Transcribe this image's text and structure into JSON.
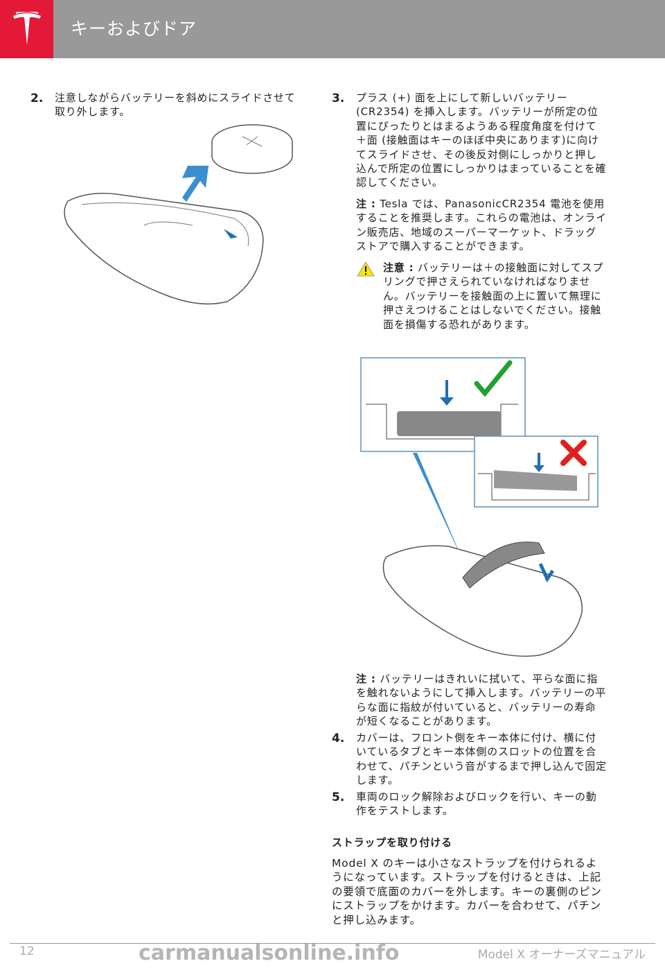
{
  "header": {
    "title": "キーおよびドア",
    "logo": "Tesla T logo",
    "accent": "#e31937"
  },
  "steps": [
    {
      "num": "2.",
      "text": "注意しながらバッテリーを斜めにスライドさせて取り外します。"
    },
    {
      "num": "3.",
      "text": "プラス (+) 面を上にして新しいバッテリー(CR2354) を挿入します。バッテリーが所定の位置にぴったりとはまるようある程度角度を付けて＋面 (接触面はキーのほぼ中央にあります)に向けてスライドさせ、その後反対側にしっかりと押し込んで所定の位置にしっかりはまっていることを確認してください。"
    },
    {
      "num": "4.",
      "text": "カバーは、フロント側をキー本体に付け、横に付いているタブとキー本体側のスロットの位置を合わせて、パチンという音がするまで押し込んで固定します。"
    },
    {
      "num": "5.",
      "text": "車両のロック解除およびロックを行い、キーの動作をテストします。"
    }
  ],
  "note1": {
    "label": "注 :",
    "text": "Tesla では、PanasonicCR2354 電池を使用することを推奨します。これらの電池は、オンライン販売店、地域のスーパーマーケット、ドラッグストアで購入することができます。"
  },
  "caution": {
    "label": "注意 :",
    "text": "バッテリーは＋の接触面に対してスプリングで押さえられていなければなりません。バッテリーを接触面の上に置いて無理に押さえつけることはしないでください。接触面を損傷する恐れがあります。"
  },
  "note2": {
    "label": "注 :",
    "text": "バッテリーはきれいに拭いて、平らな面に指を触れないようにして挿入します。バッテリーの平らな面に指紋が付いていると、バッテリーの寿命が短くなることがあります。"
  },
  "strap": {
    "heading": "ストラップを取り付ける",
    "text": "Model X のキーは小さなストラップを付けられるようになっています。ストラップを付けるときは、上記の要領で底面のカバーを外します。キーの裏側のピンにストラップをかけます。カバーを合わせて、パチンと押し込みます。"
  },
  "footer": {
    "page": "12",
    "title": "Model X オーナーズマニュアル",
    "watermark": "carmanualsonline.info"
  }
}
